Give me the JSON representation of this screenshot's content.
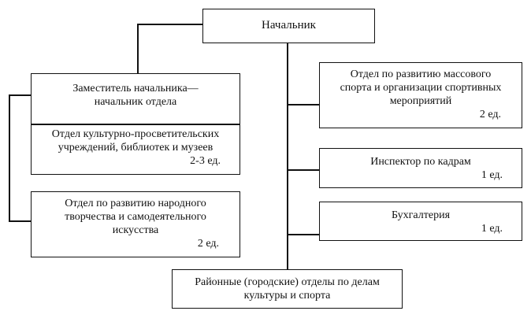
{
  "head": {
    "title": "Начальник"
  },
  "deputy": {
    "title_lines": [
      "Заместитель начальника—",
      "начальник отдела"
    ],
    "sub_lines": [
      "Отдел  культурно-просветительских",
      "учреждений, библиотек и музеев"
    ],
    "sub_units": "2-3 ед."
  },
  "folk": {
    "lines": [
      "Отдел по развитию народного",
      "творчества и самодеятельного",
      "искусства"
    ],
    "units": "2 ед."
  },
  "sport": {
    "lines": [
      "Отдел по развитию массового",
      "спорта и организации спортивных",
      "мероприятий"
    ],
    "units": "2 ед."
  },
  "hr": {
    "title": "Инспектор по кадрам",
    "units": "1 ед."
  },
  "acc": {
    "title": "Бухгалтерия",
    "units": "1 ед."
  },
  "district": {
    "lines": [
      "Районные (городские) отделы по делам",
      "культуры и спорта"
    ]
  }
}
